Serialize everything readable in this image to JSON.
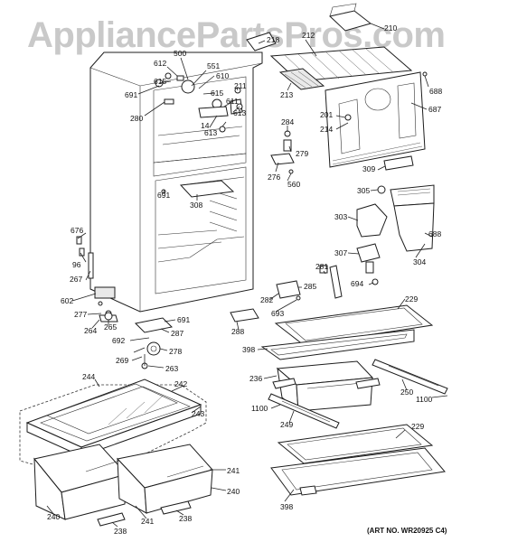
{
  "watermark": "AppliancePartsPros.com",
  "art_number": "(ART NO. WR20925 C4)",
  "callouts": {
    "c500": "500",
    "c212": "212",
    "c218": "218",
    "c210": "210",
    "c612": "612",
    "c551": "551",
    "c610": "610",
    "c615a": "615",
    "c615b": "615",
    "c691a": "691",
    "c211": "211",
    "c611": "611",
    "c613a": "613",
    "c613b": "613",
    "c14": "14",
    "c280": "280",
    "c213": "213",
    "c688a": "688",
    "c687": "687",
    "c201": "201",
    "c214": "214",
    "c284": "284",
    "c279": "279",
    "c276": "276",
    "c560": "560",
    "c309": "309",
    "c691b": "691",
    "c308": "308",
    "c305": "305",
    "c303": "303",
    "c688b": "688",
    "c676": "676",
    "c96": "96",
    "c267": "267",
    "c307": "307",
    "c304": "304",
    "c281": "281",
    "c285": "285",
    "c694": "694",
    "c602": "602",
    "c282": "282",
    "c693": "693",
    "c277": "277",
    "c265": "265",
    "c264": "264",
    "c691c": "691",
    "c287": "287",
    "c288": "288",
    "c229a": "229",
    "c692": "692",
    "c278": "278",
    "c398a": "398",
    "c269": "269",
    "c263": "263",
    "c236": "236",
    "c250": "250",
    "c1100a": "1100",
    "c244": "244",
    "c242": "242",
    "c1100b": "1100",
    "c249": "249",
    "c243": "243",
    "c229b": "229",
    "c241a": "241",
    "c240a": "240",
    "c240b": "240",
    "c241b": "241",
    "c238a": "238",
    "c238b": "238",
    "c398b": "398"
  }
}
